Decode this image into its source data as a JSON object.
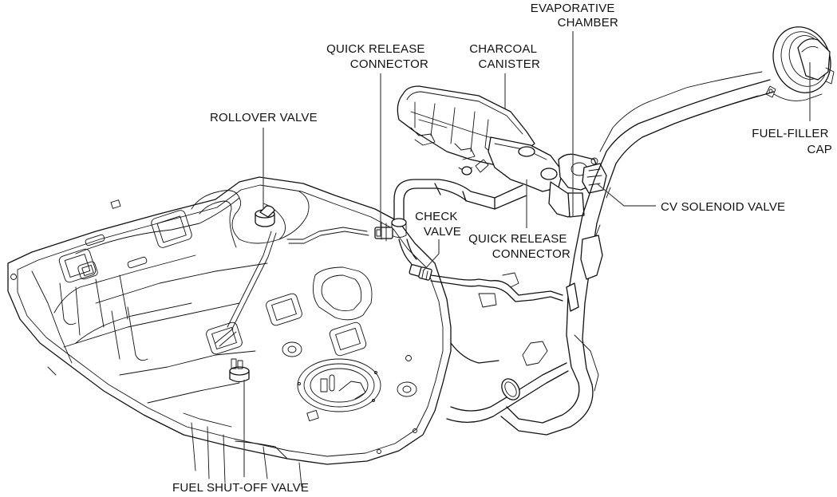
{
  "diagram": {
    "title": "Evaporative emission system component layout",
    "labels": {
      "evaporative_chamber": [
        "EVAPORATIVE",
        "CHAMBER"
      ],
      "quick_release_connector_top": [
        "QUICK RELEASE",
        "CONNECTOR"
      ],
      "charcoal_canister": [
        "CHARCOAL",
        "CANISTER"
      ],
      "rollover_valve": [
        "ROLLOVER VALVE"
      ],
      "fuel_filler_cap": [
        "FUEL-FILLER",
        "CAP"
      ],
      "cv_solenoid_valve": [
        "CV SOLENOID VALVE"
      ],
      "check_valve": [
        "CHECK",
        "VALVE"
      ],
      "quick_release_connector_bottom": [
        "QUICK RELEASE",
        "CONNECTOR"
      ],
      "fuel_shut_off_valve": [
        "FUEL SHUT-OFF VALVE"
      ]
    },
    "components": [
      "fuel-tank",
      "rollover-valve",
      "quick-release-connector",
      "charcoal-canister",
      "evaporative-chamber",
      "fuel-filler-cap",
      "fuel-filler-pipe",
      "cv-solenoid-valve",
      "check-valve",
      "fuel-shut-off-valve",
      "fuel-pump-unit",
      "vapor-hoses"
    ],
    "colors": {
      "line": "#111111",
      "leader": "#444444",
      "background": "#ffffff"
    }
  }
}
